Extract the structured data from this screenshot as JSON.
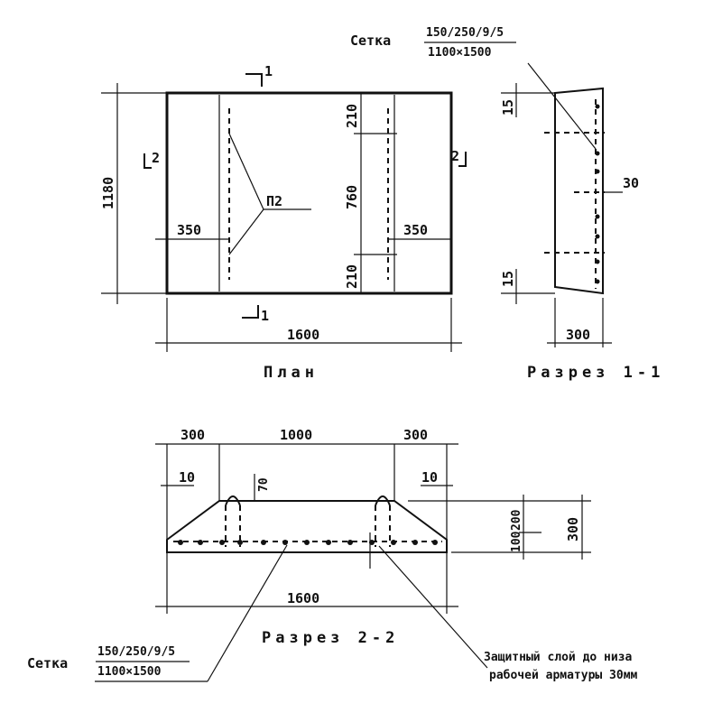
{
  "plan": {
    "title": "План",
    "width_label": "1600",
    "height_label": "1180",
    "left_offset": "350",
    "right_offset": "350",
    "top_segment": "210",
    "mid_segment": "760",
    "bottom_segment": "210",
    "lifting_loop": "П2",
    "section_1_top": "1",
    "section_1_bottom": "1",
    "section_2_left": "2",
    "section_2_right": "2"
  },
  "section_1_1": {
    "title": "Разрез 1-1",
    "mesh_label": "Сетка",
    "mesh_spec_top": "150/250/9/5",
    "mesh_spec_bottom": "1100×1500",
    "top_dim": "15",
    "bottom_dim": "15",
    "cover": "30",
    "width": "300"
  },
  "section_2_2": {
    "title": "Разрез 2-2",
    "dim_left": "300",
    "dim_mid": "1000",
    "dim_right": "300",
    "dim_10_left": "10",
    "dim_10_right": "10",
    "dim_70": "70",
    "dim_100": "100",
    "dim_200": "200",
    "dim_300": "300",
    "width": "1600",
    "mesh_label": "Сетка",
    "mesh_spec_top": "150/250/9/5",
    "mesh_spec_bottom": "1100×1500",
    "note_line1": "Защитный слой до низа",
    "note_line2": "рабочей арматуры 30мм"
  }
}
